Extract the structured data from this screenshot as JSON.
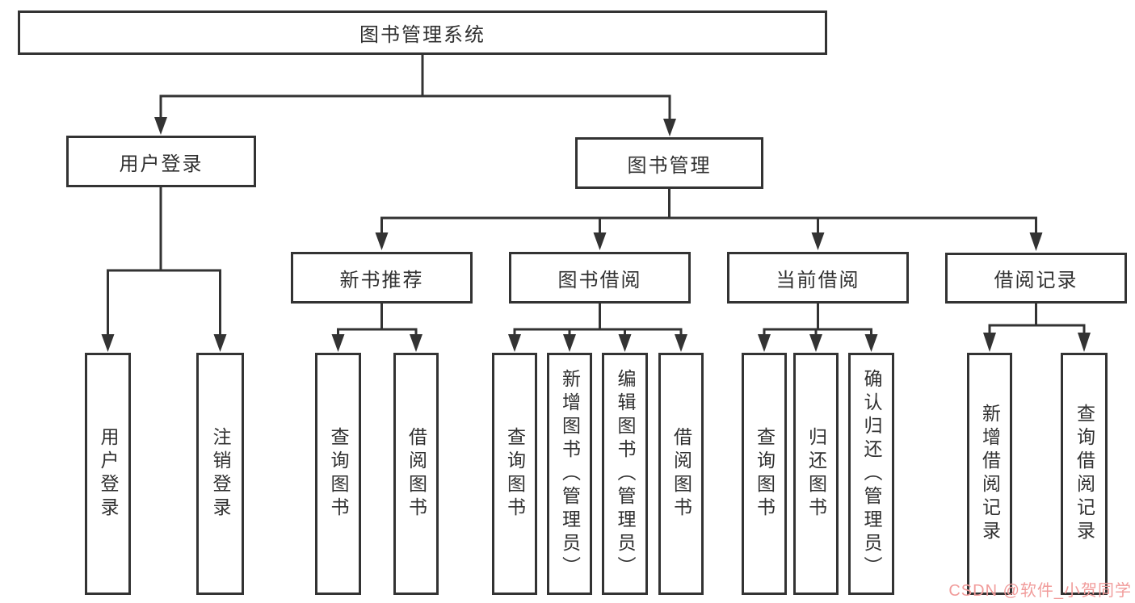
{
  "watermark": "CSDN @软件_小贺同学",
  "colors": {
    "line": "#333333",
    "box_fill": "#ffffff",
    "watermark_text": "#f19c9b"
  },
  "tree": {
    "label": "图书管理系统",
    "children": [
      {
        "label": "用户登录",
        "children": [
          {
            "label": "用户登录"
          },
          {
            "label": "注销登录"
          }
        ]
      },
      {
        "label": "图书管理",
        "children": [
          {
            "label": "新书推荐",
            "children": [
              {
                "label": "查询图书"
              },
              {
                "label": "借阅图书"
              }
            ]
          },
          {
            "label": "图书借阅",
            "children": [
              {
                "label": "查询图书"
              },
              {
                "label": "新增图书（管理员）"
              },
              {
                "label": "编辑图书（管理员）"
              },
              {
                "label": "借阅图书"
              }
            ]
          },
          {
            "label": "当前借阅",
            "children": [
              {
                "label": "查询图书"
              },
              {
                "label": "归还图书"
              },
              {
                "label": "确认归还（管理员）"
              }
            ]
          },
          {
            "label": "借阅记录",
            "children": [
              {
                "label": "新增借阅记录"
              },
              {
                "label": "查询借阅记录"
              }
            ]
          }
        ]
      }
    ]
  }
}
